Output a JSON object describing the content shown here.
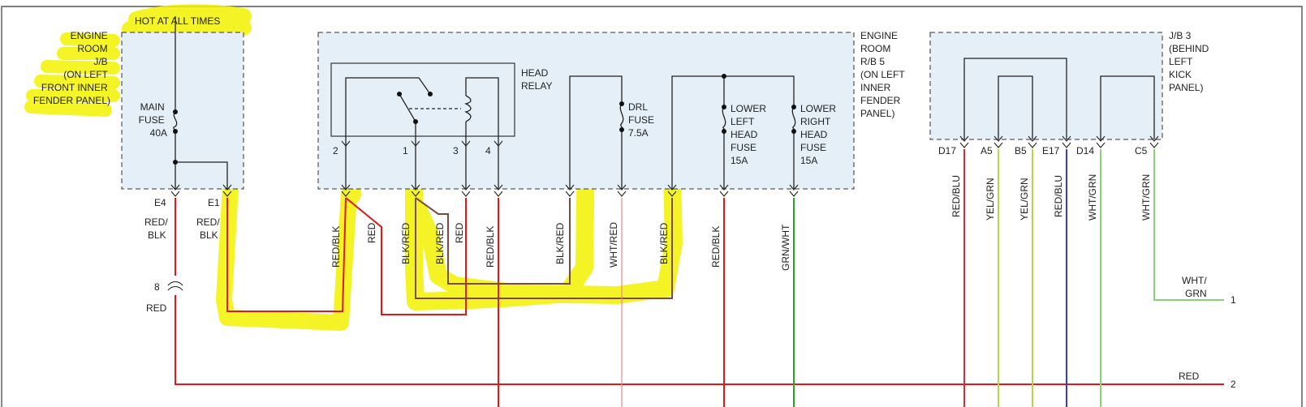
{
  "colors": {
    "highlight": "#f2f200",
    "box_fill": "#e4eff8",
    "red": "#e21818",
    "green": "#2aa32a",
    "light_green": "#8bd07a",
    "yellow_green": "#b8d44a",
    "blue": "#3a3ad0",
    "brown": "#7a4a40",
    "pink": "#e88a8a",
    "ink": "#222222"
  },
  "boxes": {
    "engine_jb": {
      "title_lines": [
        "ENGINE",
        "ROOM",
        "J/B",
        "(ON LEFT",
        "FRONT INNER",
        "FENDER PANEL)"
      ],
      "hot_label": "HOT AT ALL TIMES",
      "fuse_lines": [
        "MAIN",
        "FUSE",
        "40A"
      ],
      "pins": [
        "E4",
        "E1"
      ]
    },
    "engine_rb": {
      "title_lines": [
        "ENGINE",
        "ROOM",
        "R/B 5",
        "(ON LEFT",
        "INNER",
        "FENDER",
        "PANEL)"
      ],
      "relay_lines": [
        "HEAD",
        "RELAY"
      ],
      "relay_pins": [
        "2",
        "1",
        "3",
        "4"
      ],
      "drl_fuse_lines": [
        "DRL",
        "FUSE",
        "7.5A"
      ],
      "lower_left_fuse_lines": [
        "LOWER",
        "LEFT",
        "HEAD",
        "FUSE",
        "15A"
      ],
      "lower_right_fuse_lines": [
        "LOWER",
        "RIGHT",
        "HEAD",
        "FUSE",
        "15A"
      ]
    },
    "jb3": {
      "title_lines": [
        "J/B 3",
        "(BEHIND",
        "LEFT",
        "KICK",
        "PANEL)"
      ],
      "pins": [
        "D17",
        "A5",
        "B5",
        "E17",
        "D14",
        "C5"
      ]
    }
  },
  "wires": {
    "e4_lines": [
      "RED/",
      "BLK"
    ],
    "e1_lines": [
      "RED/",
      "BLK"
    ],
    "splice_number": "8",
    "splice_color": "RED",
    "rb_left": [
      "RED/BLK",
      "RED",
      "BLK/RED",
      "BLK/RED",
      "RED",
      "RED/BLK"
    ],
    "rb_right": [
      "BLK/RED",
      "WHT/RED",
      "BLK/RED",
      "RED/BLK",
      "GRN/WHT"
    ],
    "jb3": [
      "RED/BLU",
      "YEL/GRN",
      "YEL/GRN",
      "RED/BLU",
      "WHT/GRN",
      "WHT/GRN"
    ]
  },
  "outputs": [
    {
      "color_lines": [
        "WHT/",
        "GRN"
      ],
      "number": "1"
    },
    {
      "color": "RED",
      "number": "2"
    }
  ]
}
